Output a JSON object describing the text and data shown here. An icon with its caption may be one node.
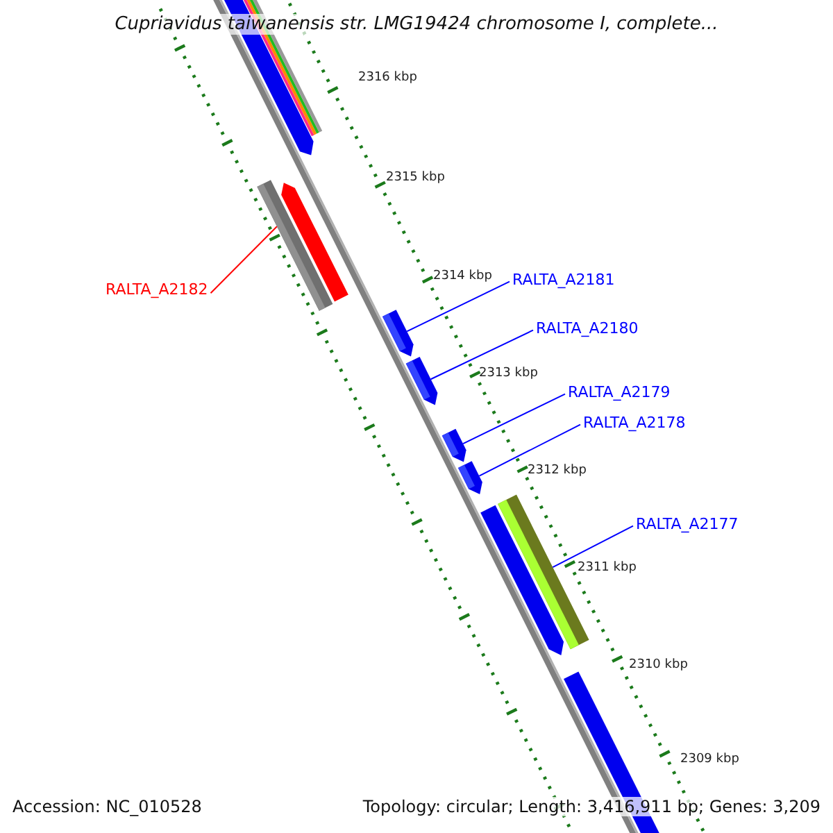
{
  "diagram": {
    "title": "Cupriavidus taiwanensis str. LMG19424 chromosome I, complete...",
    "nodes": [
      {
        "text": [
          "RALTA_A2182"
        ]
      },
      {
        "text": [],
        "shape": "bar"
      },
      {
        "text": [
          "RALTA_A2181"
        ]
      },
      {
        "text": [],
        "shape": "arrow"
      },
      {
        "text": [
          "RALTA_A2180"
        ]
      },
      {
        "text": [],
        "shape": "arrow"
      },
      {
        "text": [
          "RALTA_A2179"
        ]
      },
      {
        "text": [],
        "shape": "arrow"
      },
      {
        "text": [
          "RALTA_A2178"
        ]
      },
      {
        "text": [],
        "shape": "arrow"
      },
      {
        "text": [
          "RALTA_A2177"
        ]
      },
      {
        "text": [],
        "shape": "bar"
      }
    ],
    "edges": [
      {
        "from": 0,
        "to": 1,
        "arrow": "none",
        "color": "#ff0000"
      },
      {
        "from": 2,
        "to": 3,
        "arrow": "none"
      },
      {
        "from": 4,
        "to": 5,
        "arrow": "none"
      },
      {
        "from": 6,
        "to": 7,
        "arrow": "none"
      },
      {
        "from": 8,
        "to": 9,
        "arrow": "none"
      },
      {
        "from": 10,
        "to": 11,
        "arrow": "none"
      }
    ],
    "labels": [
      "2316 kbp",
      "2315 kbp",
      "2314 kbp",
      "2313 kbp",
      "2312 kbp",
      "2311 kbp",
      "2310 kbp",
      "2309 kbp",
      "Accession: NC_010528",
      "Topology: circular; Length: 3,416,911 bp; Genes: 3,209"
    ]
  }
}
